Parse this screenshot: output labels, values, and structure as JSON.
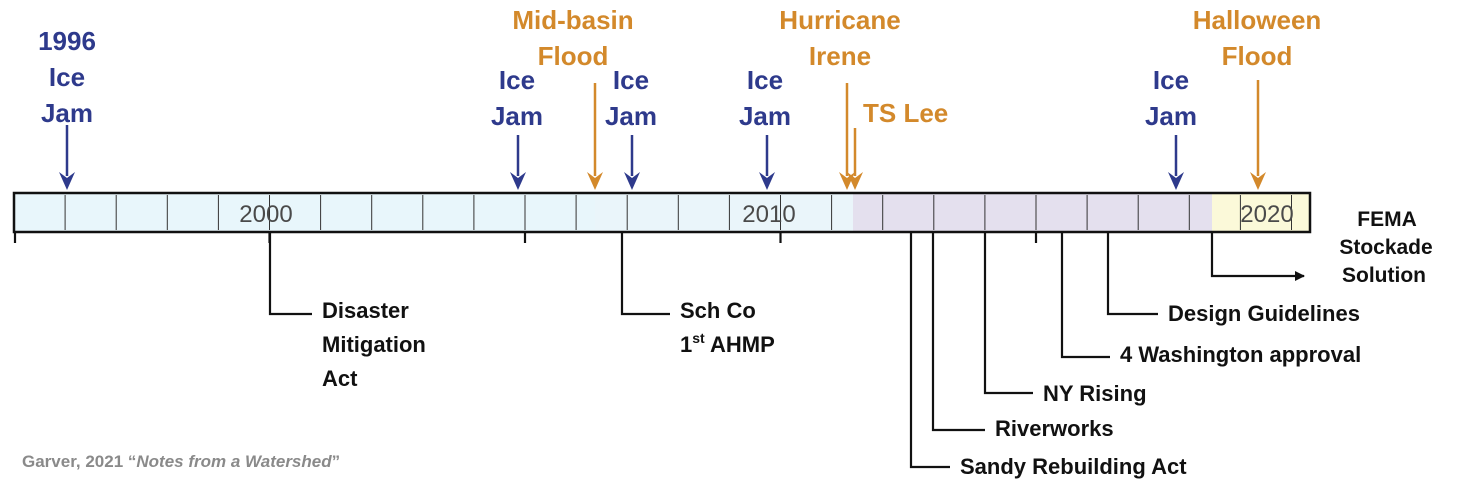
{
  "colors": {
    "ice": "#2e3a8c",
    "flood": "#d3892b",
    "black": "#111111",
    "era1": "#e8f6fb",
    "era2": "#e4e0ee",
    "era3": "#fbf9d9",
    "tick_label": "#4a4a4a",
    "credit": "#8a8a8a"
  },
  "timeline": {
    "year_labels": [
      "2000",
      "2010",
      "2020"
    ]
  },
  "top_events": [
    {
      "lines": [
        "1996",
        "Ice",
        "Jam"
      ],
      "color": "ice"
    },
    {
      "lines": [
        "Ice",
        "Jam"
      ],
      "color": "ice"
    },
    {
      "lines": [
        "Mid-basin",
        "Flood"
      ],
      "color": "flood"
    },
    {
      "lines": [
        "Ice",
        "Jam"
      ],
      "color": "ice"
    },
    {
      "lines": [
        "Ice",
        "Jam"
      ],
      "color": "ice"
    },
    {
      "lines": [
        "Hurricane",
        "Irene"
      ],
      "color": "flood"
    },
    {
      "lines": [
        "TS Lee"
      ],
      "color": "flood"
    },
    {
      "lines": [
        "Ice",
        "Jam"
      ],
      "color": "ice"
    },
    {
      "lines": [
        "Halloween",
        "Flood"
      ],
      "color": "flood"
    }
  ],
  "bottom_events": [
    {
      "lines": [
        "Disaster",
        "Mitigation",
        "Act"
      ]
    },
    {
      "lines": [
        "Sch Co"
      ],
      "ordinal": {
        "number": "1",
        "suffix": "st",
        "rest": " AHMP"
      }
    },
    {
      "lines": [
        "Design Guidelines"
      ]
    },
    {
      "lines": [
        "4 Washington approval"
      ]
    },
    {
      "lines": [
        "NY Rising"
      ]
    },
    {
      "lines": [
        "Riverworks"
      ]
    },
    {
      "lines": [
        "Sandy Rebuilding Act"
      ]
    },
    {
      "lines": [
        "FEMA",
        "Stockade",
        "Solution"
      ]
    }
  ],
  "credit": {
    "prefix": "Garver, 2021 “",
    "title": "Notes from a Watershed",
    "suffix": "”"
  }
}
